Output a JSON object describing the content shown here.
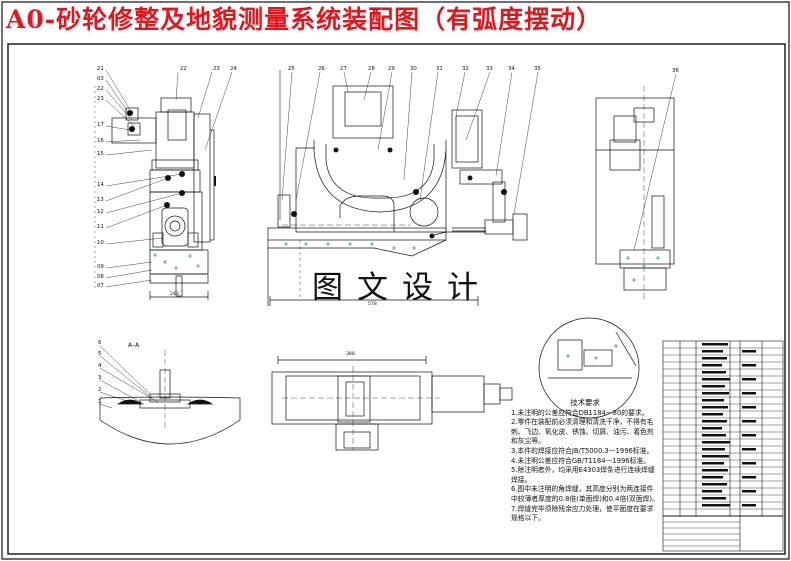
{
  "title": "A0-砂轮修整及地貌测量系统装配图（有弧度摆动）",
  "watermark": "图文设计",
  "section_label": "A–A",
  "front_view_labels": [
    "21",
    "03",
    "22",
    "23",
    "17",
    "16",
    "15",
    "14",
    "13",
    "12",
    "11",
    "10",
    "09",
    "08",
    "07"
  ],
  "front_view_top_labels": [
    "22",
    "23",
    "24"
  ],
  "middle_view_labels": [
    "25",
    "26",
    "27",
    "28",
    "29",
    "30",
    "31",
    "32",
    "33",
    "34",
    "35"
  ],
  "right_view_labels": [
    "36"
  ],
  "section_view_labels": [
    "6",
    "5",
    "4",
    "3",
    "2",
    "1"
  ],
  "dimensions": {
    "front_width": "243",
    "middle_width": "578",
    "plan_width": "388"
  },
  "technical_requirements": {
    "heading": "技术要求",
    "items": [
      "1.未注明的公差应符合DB1184—80的要求。",
      "2.零件在装配前必须清理和清洗干净，不得有毛刺、飞边、氧化皮、锈蚀、切屑、油污、着色剂和灰尘等。",
      "3.本件的焊接应符合JB/T5000.3—1996标准。",
      "4.未注明公差应符合GB/T1184—1996标准。",
      "5.除注明者外，均采用E4303焊条进行连续焊缝焊接。",
      "6.图中未注明的角焊缝，其高度分别为两连接件中较薄者厚度的0.8倍(单面焊)和0.4倍(双面焊)。",
      "7.焊缝完毕须除残余应力处理，使平面度在要求规格以下。"
    ]
  },
  "colors": {
    "title_red": "#e8141b",
    "line": "#111111",
    "green_hatch": "#22b14c"
  }
}
